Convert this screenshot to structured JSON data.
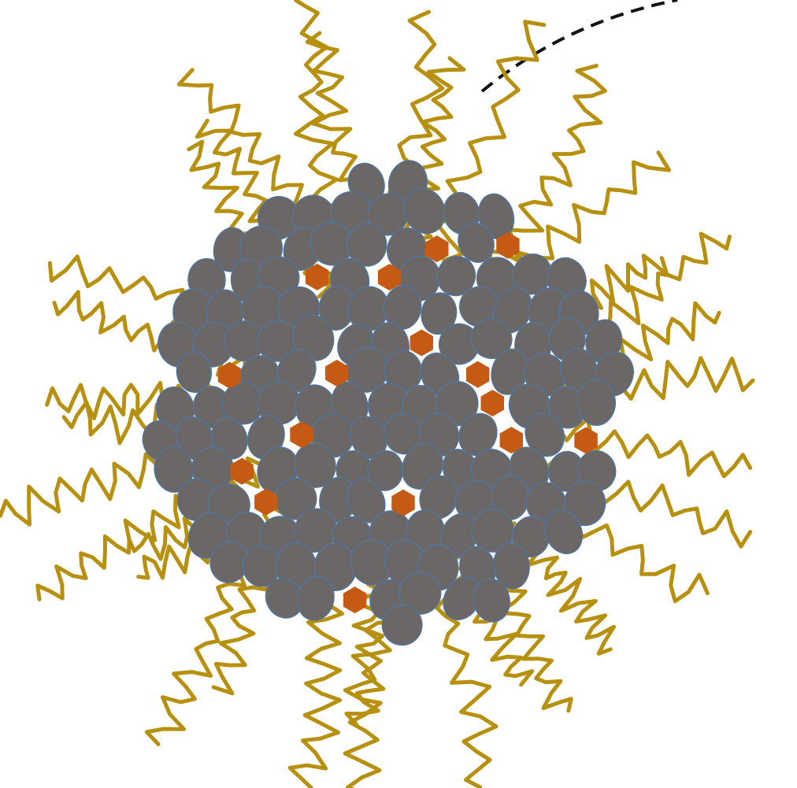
{
  "diagram": {
    "description_visible_text": "",
    "colors": {
      "background": "#ffffff",
      "ligand": "#B8900F",
      "particle_fill": "#6B6767",
      "particle_stroke": "#4A78A8",
      "dopant": "#C55A15",
      "dashed_guide": "#111111"
    },
    "counts": {
      "core_particles_approx": 160,
      "dopant_sites": 16,
      "ligand_chains_approx": 34
    },
    "elements": [
      "nanoparticle-core",
      "surface-ligands",
      "dopant-hexagons",
      "dashed-guide-curve"
    ]
  }
}
